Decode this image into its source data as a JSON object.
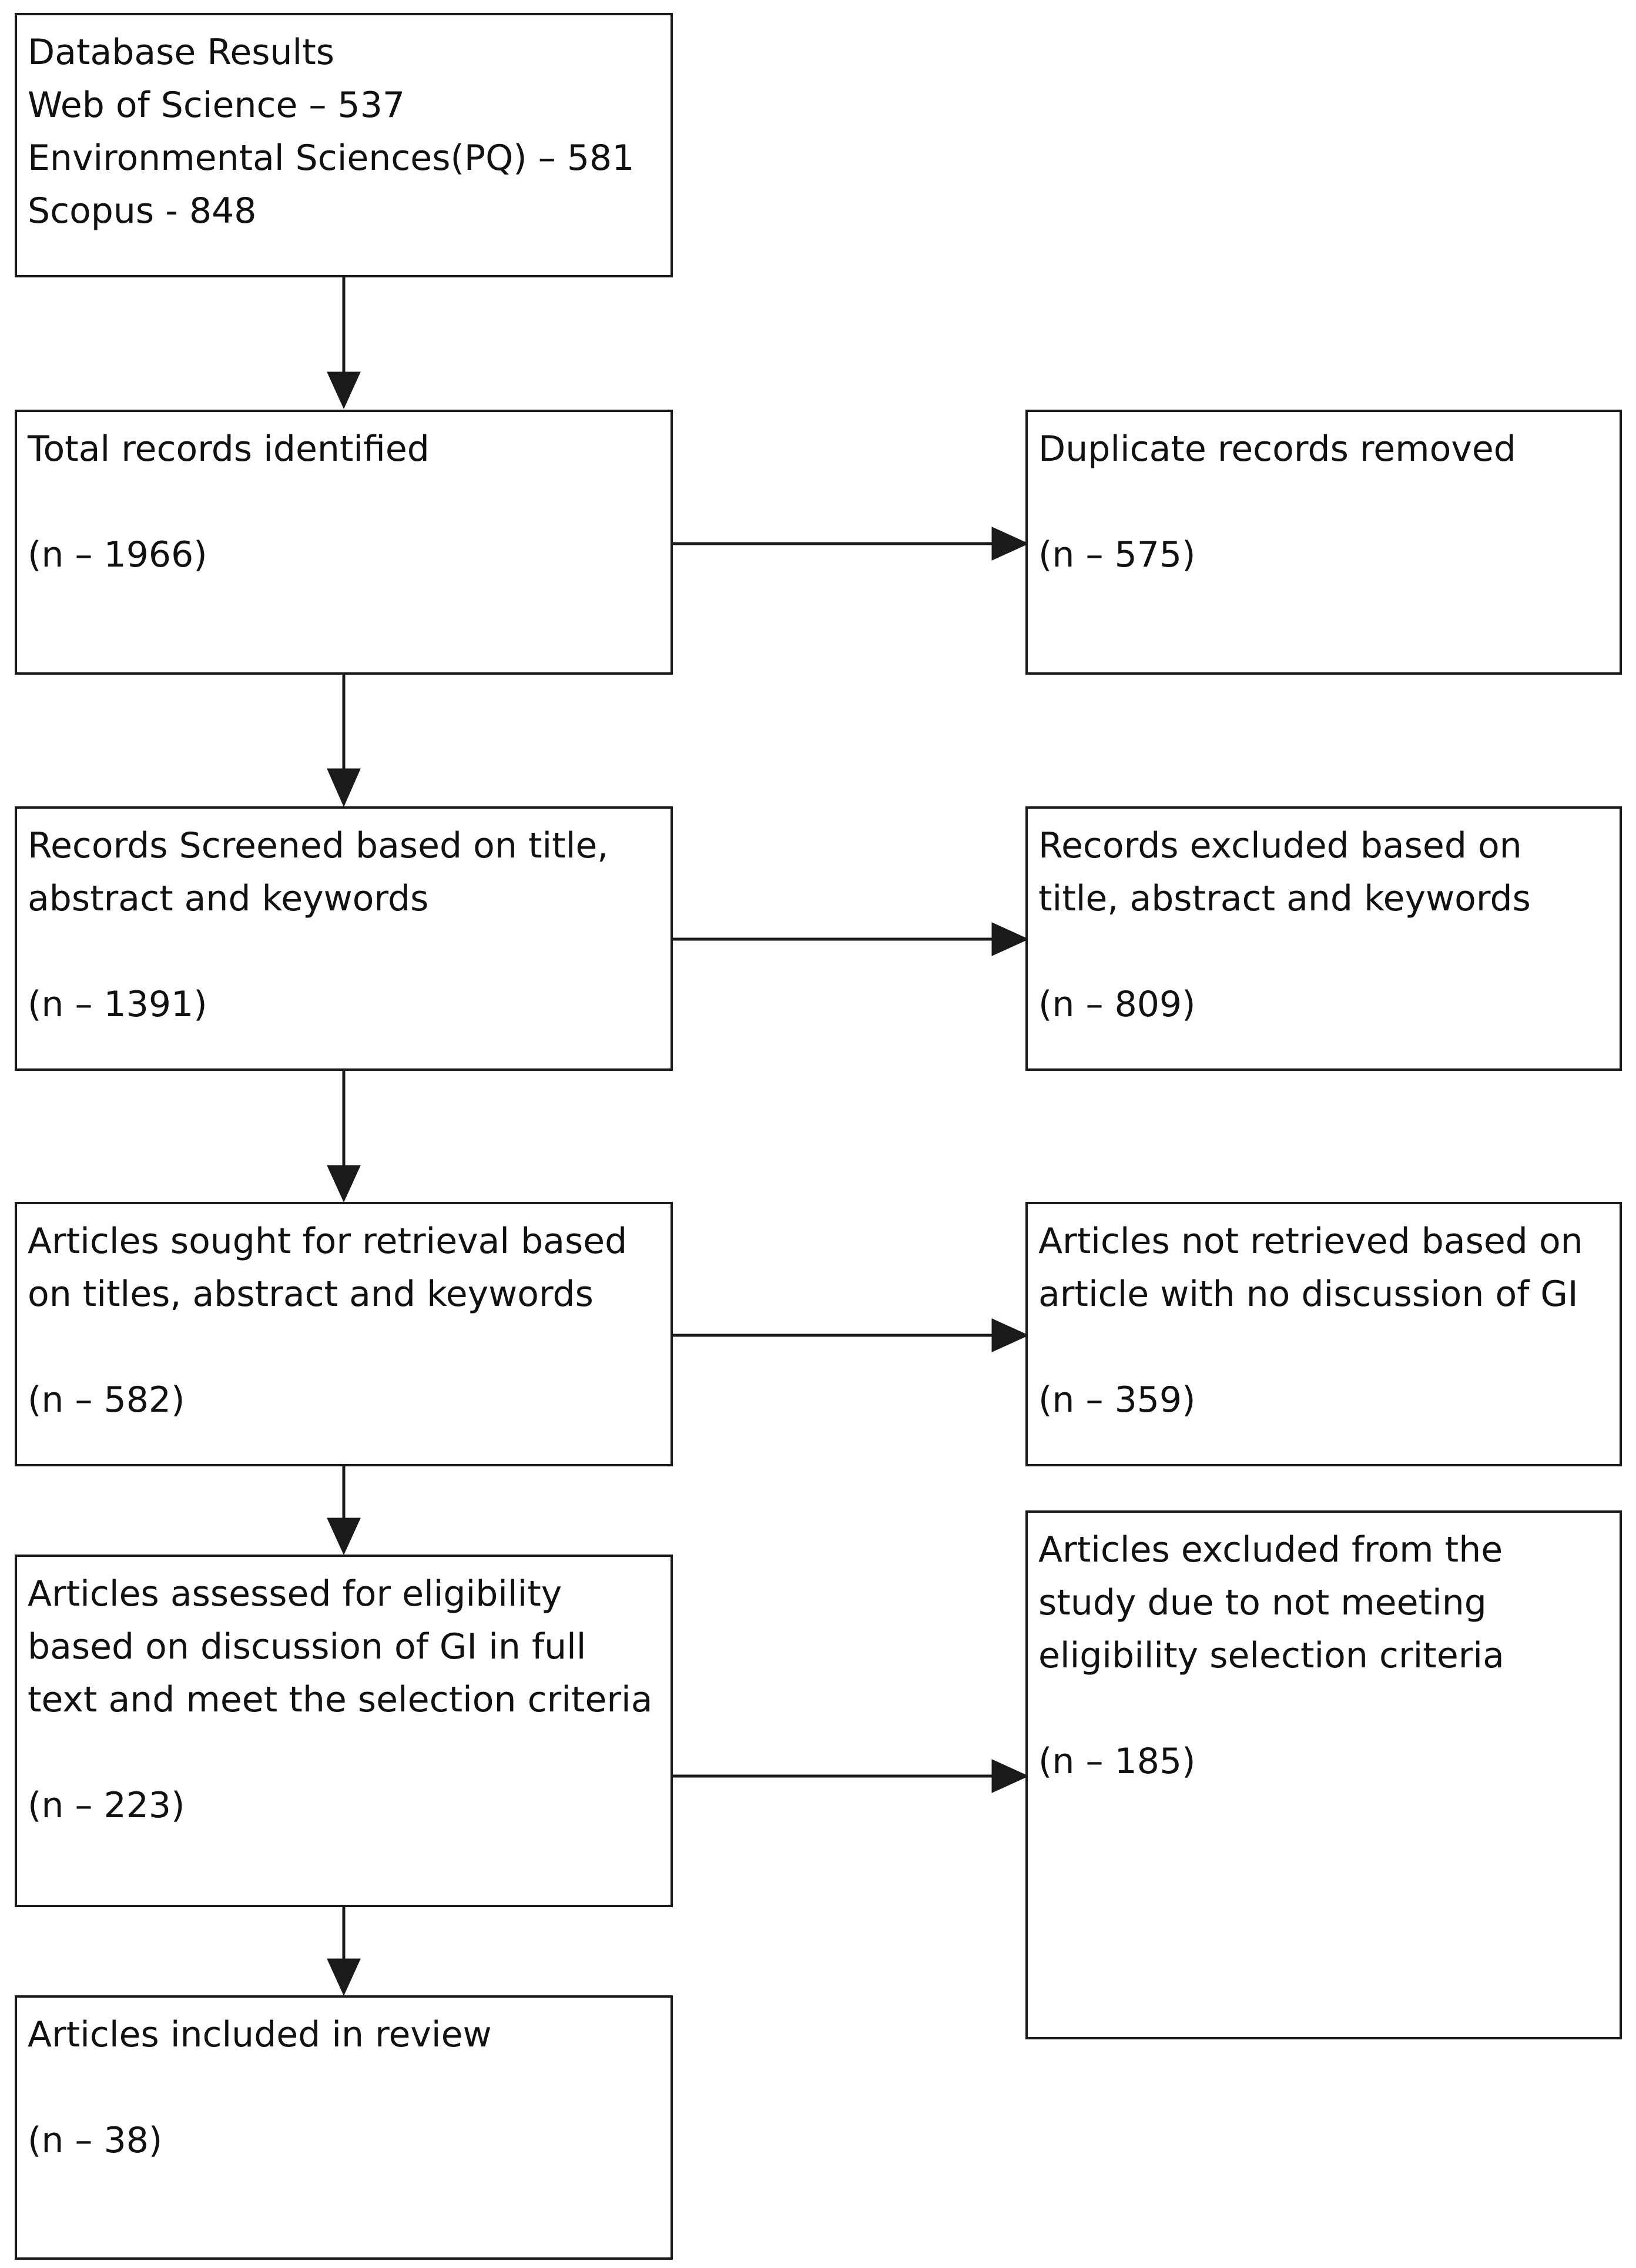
{
  "colors": {
    "stroke": "#1a1a1a",
    "text": "#111111",
    "background": "#ffffff"
  },
  "boxes": {
    "database": {
      "title": "Database Results",
      "lines": [
        "Web of Science – 537",
        "Environmental Sciences(PQ) – 581",
        "Scopus - 848"
      ]
    },
    "identified": {
      "lines": [
        "Total records identified"
      ],
      "count": "(n – 1966)"
    },
    "duplicates": {
      "lines": [
        "Duplicate records removed"
      ],
      "count": "(n – 575)"
    },
    "screened": {
      "lines": [
        "Records Screened based on title,",
        "abstract and keywords"
      ],
      "count": "(n – 1391)"
    },
    "excluded_screen": {
      "lines": [
        "Records excluded based on",
        "title, abstract and keywords"
      ],
      "count": "(n – 809)"
    },
    "sought": {
      "lines": [
        "Articles sought for retrieval based",
        "on titles, abstract and keywords"
      ],
      "count": "(n – 582)"
    },
    "not_retrieved": {
      "lines": [
        "Articles not retrieved based on",
        "article with no discussion of GI"
      ],
      "count": "(n – 359)"
    },
    "assessed": {
      "lines": [
        "Articles assessed for eligibility",
        "based on discussion of GI in full",
        "text and meet the selection criteria"
      ],
      "count": "(n – 223)"
    },
    "excluded_eligibility": {
      "lines": [
        "Articles excluded from the",
        "study due to not meeting",
        "eligibility selection criteria"
      ],
      "count": "(n – 185)"
    },
    "included": {
      "lines": [
        "Articles included in review"
      ],
      "count": "(n – 38)"
    }
  }
}
